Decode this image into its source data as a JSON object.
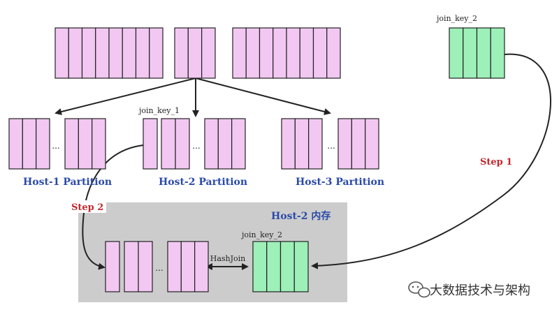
{
  "colors": {
    "pink_fill": "#f2c8f2",
    "green_fill": "#9df0b8",
    "cell_stroke": "#222222",
    "memory_box": "#cccccc",
    "host_label": "#2a4aa8",
    "step_label": "#c0282e",
    "arrow": "#222222"
  },
  "labels": {
    "join_key_1": "join_key_1",
    "join_key_2_top": "join_key_2",
    "join_key_2_memory": "join_key_2",
    "ellipsis": "...",
    "host1": "Host-1 Partition",
    "host2": "Host-2 Partition",
    "host3": "Host-3 Partition",
    "memory_title": "Host-2 内存",
    "hashjoin": "HashJoin",
    "step1": "Step 1",
    "step2": "Step 2"
  },
  "watermark": {
    "icon": "wechat-icon",
    "text": "大数据技术与架构"
  }
}
